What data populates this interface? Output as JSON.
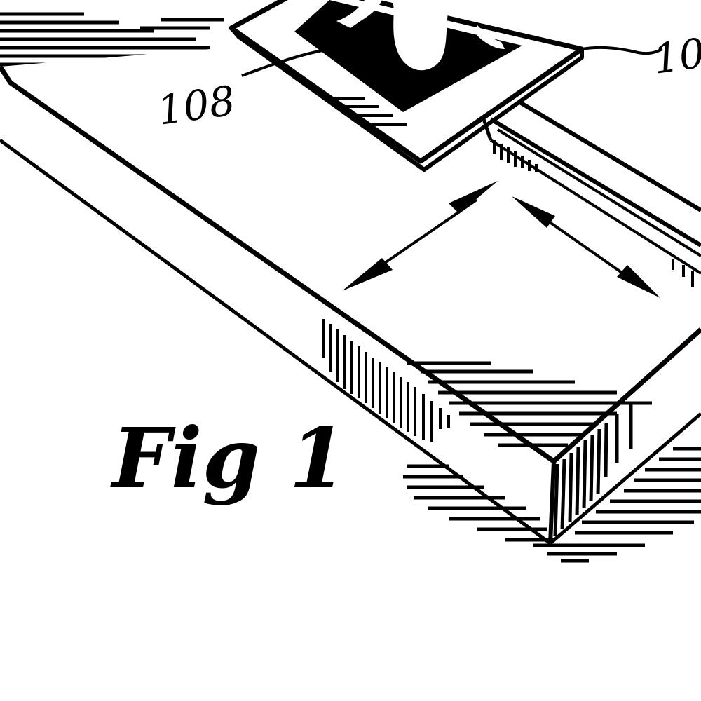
{
  "figure": {
    "caption": "Fig 1",
    "reference_labels": {
      "slide": "108",
      "stage_partial": "10"
    }
  },
  "colors": {
    "ink": "#000000",
    "paper": "#ffffff"
  }
}
